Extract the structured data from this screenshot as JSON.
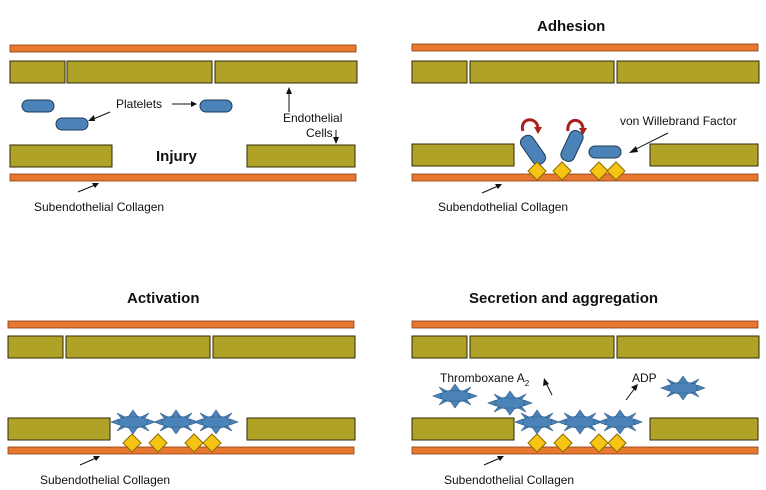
{
  "panels": {
    "injury": {
      "title": "Injury",
      "platelets_label": "Platelets",
      "endothelial_label_1": "Endothelial",
      "endothelial_label_2": "Cells",
      "collagen_label": "Subendothelial Collagen"
    },
    "adhesion": {
      "title": "Adhesion",
      "vwf_label": "von Willebrand Factor",
      "collagen_label": "Subendothelial Collagen"
    },
    "activation": {
      "title": "Activation",
      "collagen_label": "Subendothelial Collagen"
    },
    "secretion": {
      "title_part1": "Secretion",
      "title_part2": "and aggregation",
      "thromboxane_label": "Thromboxane A",
      "thromboxane_sub": "2",
      "adp_label": "ADP",
      "collagen_label": "Subendothelial Collagen"
    }
  },
  "colors": {
    "collagen": "#e8782f",
    "endothelial_cell": "#b0a227",
    "platelet": "#4b82b8",
    "vwf": "#f6c514",
    "rotation_arrow": "#a8201a"
  }
}
